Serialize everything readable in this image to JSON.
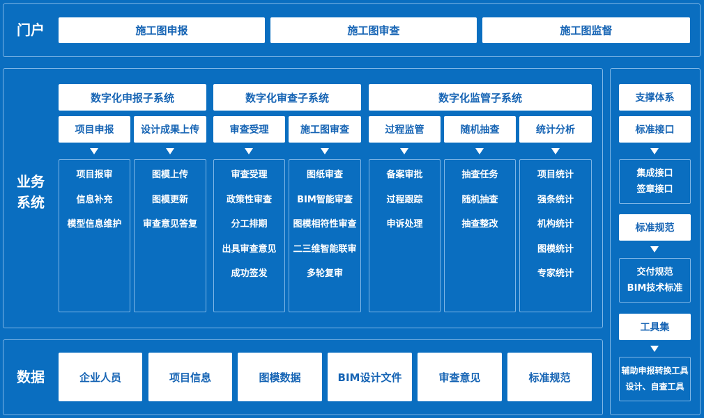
{
  "portal": {
    "label": "门户",
    "items": [
      "施工图申报",
      "施工图审查",
      "施工图监督"
    ]
  },
  "business": {
    "label_line1": "业务",
    "label_line2": "系统",
    "subsystems": [
      {
        "title": "数字化申报子系统",
        "modules": [
          {
            "name": "项目申报",
            "items": [
              "项目报审",
              "信息补充",
              "模型信息维护"
            ]
          },
          {
            "name": "设计成果上传",
            "items": [
              "图模上传",
              "图模更新",
              "审查意见答复"
            ]
          }
        ]
      },
      {
        "title": "数字化审查子系统",
        "modules": [
          {
            "name": "审查受理",
            "items": [
              "审查受理",
              "政策性审查",
              "分工排期",
              "出具审查意见",
              "成功签发"
            ]
          },
          {
            "name": "施工图审查",
            "items": [
              "图纸审查",
              "BIM智能审查",
              "图模相符性审查",
              "二三维智能联审",
              "多轮复审"
            ]
          }
        ]
      },
      {
        "title": "数字化监管子系统",
        "modules": [
          {
            "name": "过程监管",
            "items": [
              "备案审批",
              "过程跟踪",
              "申诉处理"
            ]
          },
          {
            "name": "随机抽查",
            "items": [
              "抽查任务",
              "随机抽查",
              "抽查整改"
            ]
          },
          {
            "name": "统计分析",
            "items": [
              "项目统计",
              "强条统计",
              "机构统计",
              "图模统计",
              "专家统计"
            ]
          }
        ]
      }
    ]
  },
  "data": {
    "label": "数据",
    "items": [
      "企业人员",
      "项目信息",
      "图模数据",
      "BIM设计文件",
      "审查意见",
      "标准规范"
    ]
  },
  "support": {
    "title": "支撑体系",
    "groups": [
      {
        "name": "标准接口",
        "items": [
          "集成接口",
          "签章接口"
        ]
      },
      {
        "name": "标准规范",
        "items": [
          "交付规范",
          "BIM技术标准"
        ]
      },
      {
        "name": "工具集",
        "items": [
          "辅助申报转换工具",
          "设计、自查工具"
        ]
      }
    ]
  }
}
